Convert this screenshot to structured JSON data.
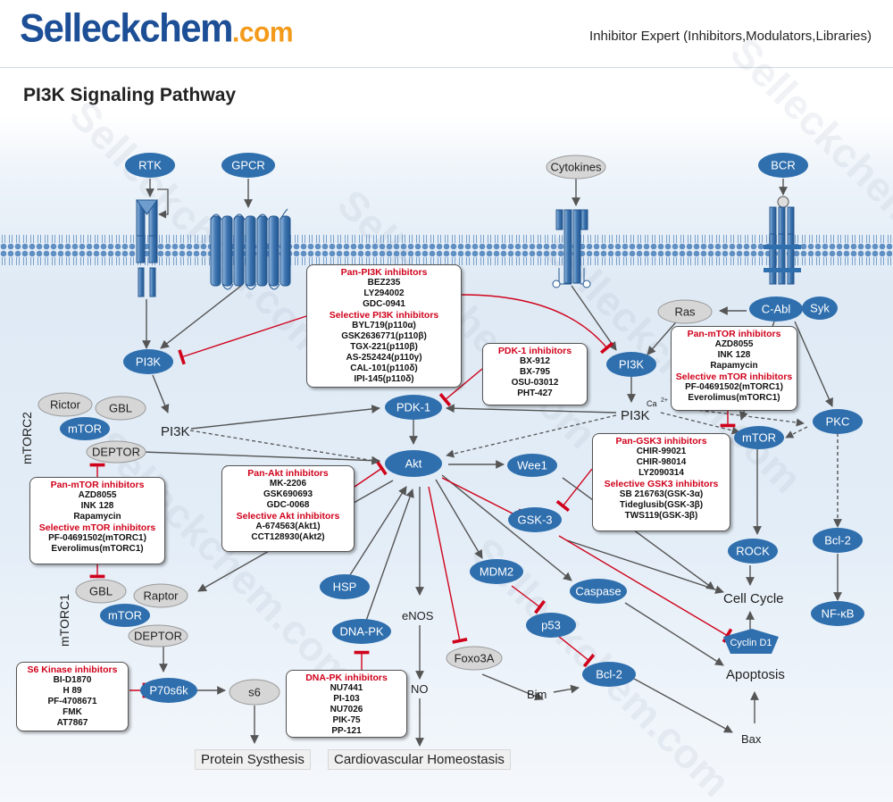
{
  "header": {
    "logo_main": "Selleckchem",
    "logo_suffix": ".com",
    "tagline": "Inhibitor Expert (Inhibitors,Modulators,Libraries)"
  },
  "page_title": "PI3K Signaling Pathway",
  "watermark": "Selleckchem.com",
  "nodes": {
    "rtk": "RTK",
    "gpcr": "GPCR",
    "cytokines": "Cytokines",
    "bcr": "BCR",
    "pi3k_left": "PI3K",
    "pi3k_mid": "PI3K",
    "ras": "Ras",
    "cabl": "C-Abl",
    "syk": "Syk",
    "rictor": "Rictor",
    "gbl_top": "GBL",
    "mtor_top": "mTOR",
    "deptor_top": "DEPTOR",
    "pi3k_text_left": "PI3K",
    "pi3k_text_right": "PI3K",
    "ca": "Ca",
    "pdk1": "PDK-1",
    "akt": "Akt",
    "wee1": "Wee1",
    "gsk3": "GSK-3",
    "mtor_right": "mTOR",
    "pkc": "PKC",
    "rock": "ROCK",
    "bcl2_right": "Bcl-2",
    "nfkb": "NF-κB",
    "cell_cycle": "Cell Cycle",
    "cyclin_d1": "Cyclin D1",
    "apoptosis": "Apoptosis",
    "mdm2": "MDM2",
    "p53": "p53",
    "caspase": "Caspase",
    "bcl2": "Bcl-2",
    "bim": "Bim",
    "bax": "Bax",
    "foxo3a": "Foxo3A",
    "enos": "eNOS",
    "no": "NO",
    "hsp": "HSP",
    "dnapk": "DNA-PK",
    "gbl_bot": "GBL",
    "raptor": "Raptor",
    "mtor_bot": "mTOR",
    "deptor_bot": "DEPTOR",
    "p70s6k": "P70s6k",
    "s6": "s6",
    "protein_synthesis": "Protein Systhesis",
    "cardio": "Cardiovascular Homeostasis",
    "mtorc2": "mTORC2",
    "mtorc1": "mTORC1"
  },
  "boxes": {
    "pi3k_inhib": {
      "h1": "Pan-PI3K inhibitors",
      "items1": [
        "BEZ235",
        "LY294002",
        "GDC-0941"
      ],
      "h2": "Selective  PI3K inhibitors",
      "items2": [
        "BYL719(p110α)",
        "GSK2636771(p110β)",
        "TGX-221(p110β)",
        "AS-252424(p110γ)",
        "CAL-101(p110δ)",
        "IPI-145(p110δ)"
      ]
    },
    "pdk1_inhib": {
      "h1": "PDK-1 inhibitors",
      "items1": [
        "BX-912",
        "BX-795",
        "OSU-03012",
        "PHT-427"
      ]
    },
    "mtor_right_inhib": {
      "h1": "Pan-mTOR inhibitors",
      "items1": [
        "AZD8055",
        "INK 128",
        "Rapamycin"
      ],
      "h2": "Selective  mTOR inhibitors",
      "items2": [
        "PF-04691502(mTORC1)",
        "Everolimus(mTORC1)"
      ]
    },
    "mtor_left_inhib": {
      "h1": "Pan-mTOR inhibitors",
      "items1": [
        "AZD8055",
        "INK 128",
        "Rapamycin"
      ],
      "h2": "Selective  mTOR inhibitors",
      "items2": [
        "PF-04691502(mTORC1)",
        "Everolimus(mTORC1)"
      ]
    },
    "akt_inhib": {
      "h1": "Pan-Akt inhibitors",
      "items1": [
        "MK-2206",
        "GSK690693",
        "GDC-0068"
      ],
      "h2": "Selective Akt inhibitors",
      "items2": [
        "A-674563(Akt1)",
        "CCT128930(Akt2)"
      ]
    },
    "gsk3_inhib": {
      "h1": "Pan-GSK3 inhibitors",
      "items1": [
        "CHIR-99021",
        "CHIR-98014",
        "LY2090314"
      ],
      "h2": "Selective GSK3 inhibitors",
      "items2": [
        "SB 216763(GSK-3α)",
        "Tideglusib(GSK-3β)",
        "TWS119(GSK-3β)"
      ]
    },
    "s6k_inhib": {
      "h1": "S6 Kinase inhibitors",
      "items1": [
        "BI-D1870",
        "H 89",
        "PF-4708671",
        "FMK",
        "AT7867"
      ]
    },
    "dnapk_inhib": {
      "h1": "DNA-PK inhibitors",
      "items1": [
        "NU7441",
        "PI-103",
        "NU7026",
        "PIK-75",
        "PP-121"
      ]
    }
  },
  "colors": {
    "node_blue": "#2f6fae",
    "node_gray": "#d6d6d6",
    "inhibit_red": "#d0021b",
    "arrow_gray": "#555555",
    "logo_blue": "#1d4f96",
    "logo_orange": "#f39a1b"
  }
}
